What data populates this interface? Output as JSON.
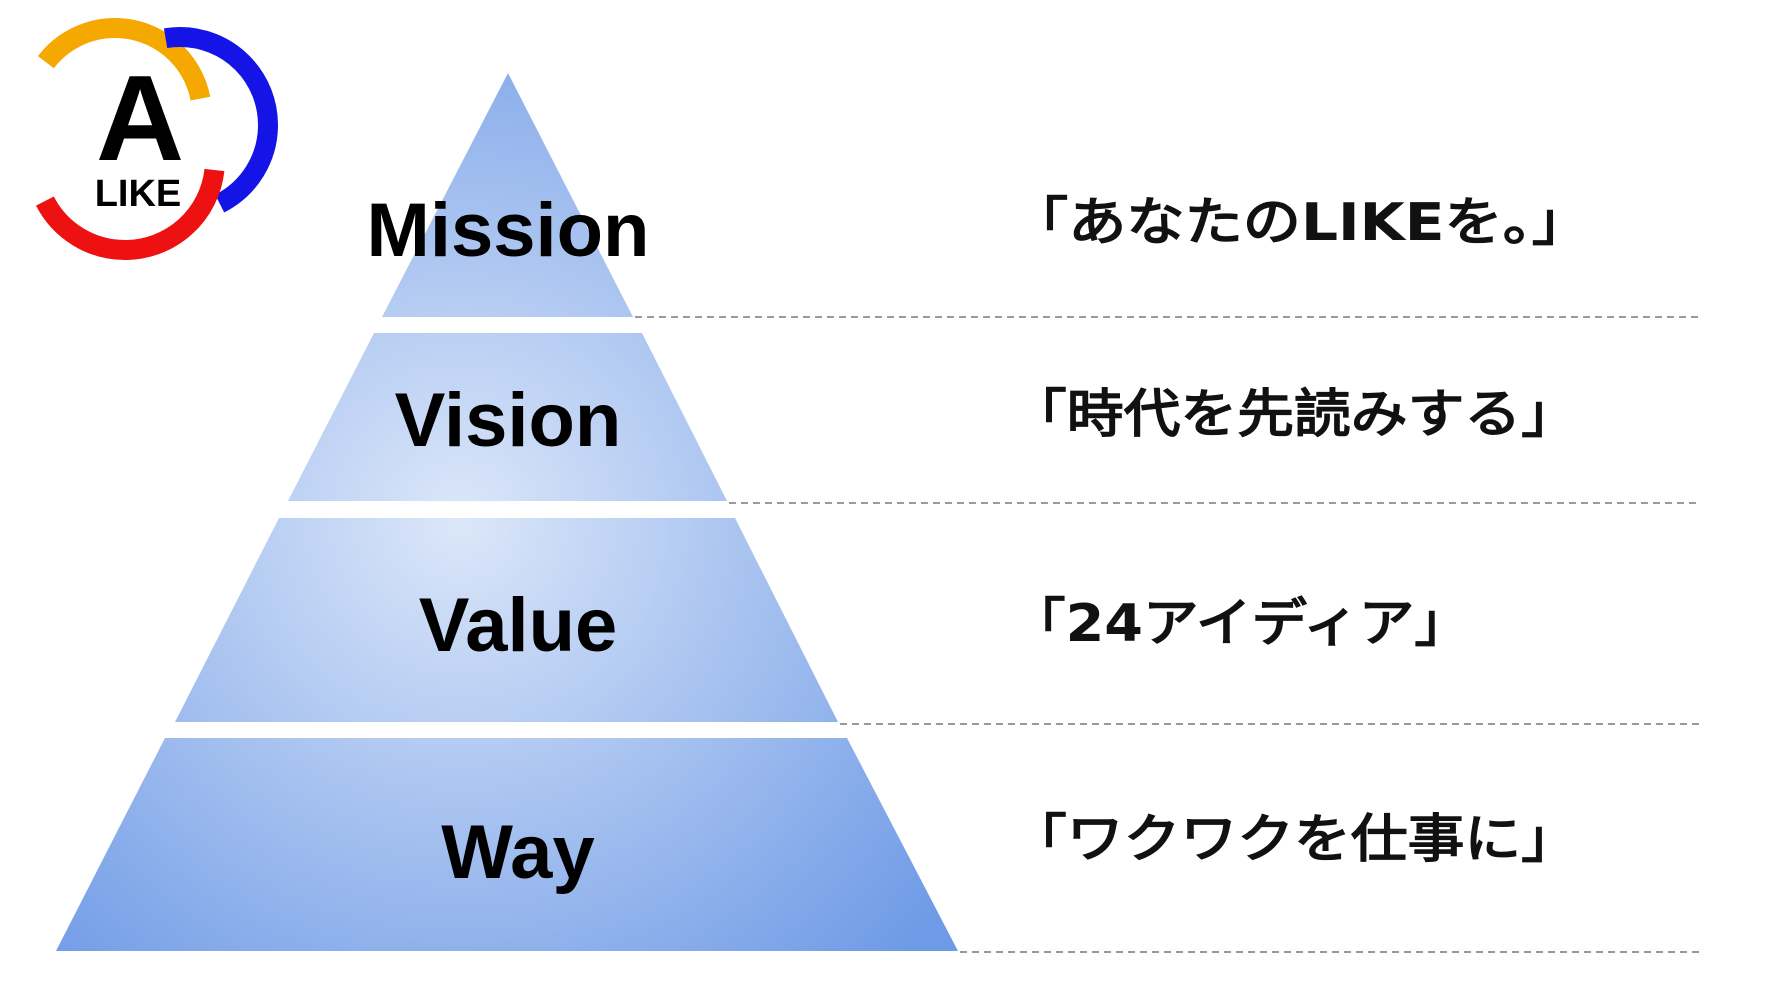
{
  "logo": {
    "letter": "A",
    "text": "LIKE",
    "colors": {
      "orange": "#F5A800",
      "blue": "#1414E6",
      "red": "#EE1111"
    }
  },
  "pyramid": {
    "colors": {
      "light": "#DCE7F9",
      "dark": "#6E9AE6"
    },
    "tiers": [
      {
        "label": "Mission",
        "tagline": "「あなたのLIKEを。」"
      },
      {
        "label": "Vision",
        "tagline": "「時代を先読みする」"
      },
      {
        "label": "Value",
        "tagline": "「24アイディア」"
      },
      {
        "label": "Way",
        "tagline": "「ワクワクを仕事に」"
      }
    ]
  },
  "divider_color": "#9A9A9A"
}
